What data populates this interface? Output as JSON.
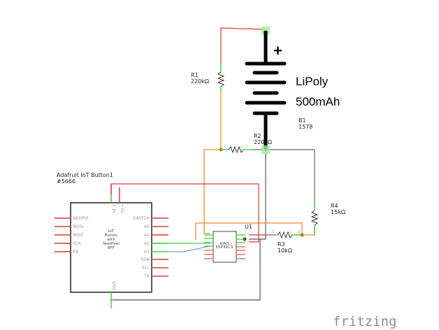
{
  "app": "Fritzing",
  "view": "Schematic",
  "brand_logo": "fritzing",
  "colors": {
    "wire_red": "#d93a3a",
    "wire_orange": "#f08a2a",
    "wire_green": "#3fd13f",
    "wire_blue": "#4a90d9",
    "wire_gray": "#666666",
    "part_black": "#000000",
    "highlight_green": "#9bf09b"
  },
  "battery": {
    "ref": "B1",
    "part_no": "1578",
    "label_line1": "LiPoly",
    "label_line2": "500mAh",
    "plus_sign": "+"
  },
  "resistors": [
    {
      "ref": "R1",
      "value": "220kΩ"
    },
    {
      "ref": "R2",
      "value": "220kΩ"
    },
    {
      "ref": "R3",
      "value": "10kΩ"
    },
    {
      "ref": "R4",
      "value": "15kΩ"
    }
  ],
  "resistor_pins": {
    "p1": "1",
    "p2": "2"
  },
  "iot_button": {
    "title": "Adafruit IoT Button1",
    "part_no": "#5666",
    "body_lines": [
      "IoT",
      "Button",
      "with",
      "NeoPixel",
      "BFF"
    ],
    "top_pins": [
      "3.3V",
      "+5V"
    ],
    "bottom_pins": [
      "GND"
    ],
    "left_pins": [
      "NEOPIX",
      "MOSI",
      "MISO",
      "SCK",
      "RX"
    ],
    "right_pins": [
      "SWITCH",
      "A0",
      "A1",
      "A2",
      "A3",
      "SDA",
      "SCL",
      "TX"
    ]
  },
  "mcu": {
    "ref": "U1",
    "body_line1": "XIAO",
    "body_line2": "ESP32C3"
  }
}
